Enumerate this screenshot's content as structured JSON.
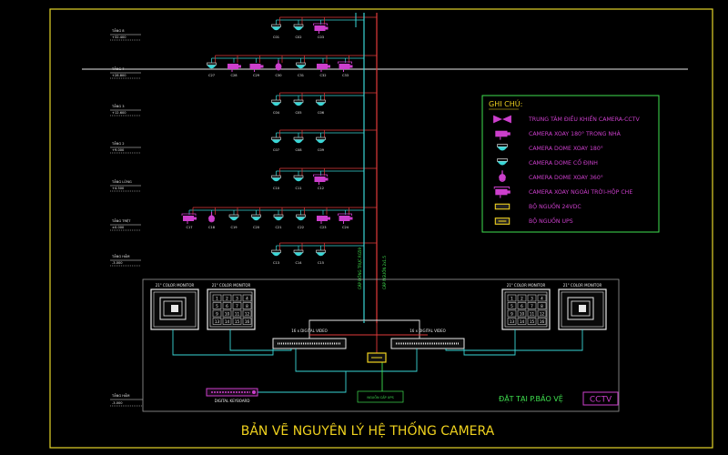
{
  "title": "BẢN VẼ NGUYÊN LÝ HỆ THỐNG CAMERA",
  "colors": {
    "background": "#000000",
    "frame": "#e6d62a",
    "cyan": "#39d6d6",
    "magenta": "#cc3fcc",
    "green": "#3fe04f",
    "white": "#e8e8e8",
    "red": "#e23a3a",
    "yellow": "#f0d21e",
    "gray": "#9a9a9a"
  },
  "floors": [
    {
      "label": "TẦNG 8",
      "level": "+32.400",
      "cameras": [
        {
          "type": "dome-fixed",
          "id": "C01"
        },
        {
          "type": "dome-fixed",
          "id": "C02"
        },
        {
          "type": "ptz-outdoor",
          "id": "C03"
        }
      ]
    },
    {
      "label": "TẦNG 7",
      "level": "+28.800",
      "cameras": [
        {
          "type": "dome-fixed",
          "id": "C27"
        },
        {
          "type": "ptz-indoor",
          "id": "C28"
        },
        {
          "type": "ptz-indoor",
          "id": "C29"
        },
        {
          "type": "dome-360",
          "id": "C30"
        },
        {
          "type": "dome-fixed",
          "id": "C31"
        },
        {
          "type": "ptz-indoor",
          "id": "C32"
        },
        {
          "type": "ptz-outdoor",
          "id": "C33"
        }
      ]
    },
    {
      "label": "TẦNG 3",
      "level": "+12.600",
      "cameras": [
        {
          "type": "dome-fixed",
          "id": "C04"
        },
        {
          "type": "dome-fixed",
          "id": "C05"
        },
        {
          "type": "dome-fixed",
          "id": "C06"
        }
      ]
    },
    {
      "label": "TẦNG 2",
      "level": "+9.000",
      "cameras": [
        {
          "type": "dome-fixed",
          "id": "C07"
        },
        {
          "type": "dome-fixed",
          "id": "C08"
        },
        {
          "type": "dome-fixed",
          "id": "C09"
        }
      ]
    },
    {
      "label": "TẦNG LỬNG",
      "level": "+4.500",
      "cameras": [
        {
          "type": "dome-fixed",
          "id": "C10"
        },
        {
          "type": "dome-fixed",
          "id": "C11"
        },
        {
          "type": "ptz-outdoor",
          "id": "C12"
        }
      ]
    },
    {
      "label": "TẦNG TRỆT",
      "level": "±0.000",
      "cameras": [
        {
          "type": "ptz-outdoor",
          "id": "C17"
        },
        {
          "type": "dome-360",
          "id": "C18"
        },
        {
          "type": "dome-fixed",
          "id": "C19"
        },
        {
          "type": "dome-fixed",
          "id": "C20"
        },
        {
          "type": "dome-fixed",
          "id": "C21"
        },
        {
          "type": "dome-fixed",
          "id": "C22"
        },
        {
          "type": "ptz-indoor",
          "id": "C23"
        },
        {
          "type": "ptz-outdoor",
          "id": "C24"
        }
      ]
    },
    {
      "label": "TẦNG HẦM",
      "level": "-3.000",
      "cameras": [
        {
          "type": "dome-fixed",
          "id": "C13"
        },
        {
          "type": "dome-fixed",
          "id": "C14"
        },
        {
          "type": "dome-fixed",
          "id": "C15"
        }
      ]
    }
  ],
  "basement_floor": {
    "label": "TẦNG HẦM",
    "level": "-3.000"
  },
  "riser_labels": [
    "CÁP ĐỒNG TRỤC RG59",
    "CÁP NGUỒN 2x1.5"
  ],
  "legend": {
    "title": "GHI CHÚ:",
    "items": [
      {
        "type": "controller",
        "label": "TRUNG TÂM ĐIỀU KHIỂN CAMERA-CCTV"
      },
      {
        "type": "ptz-indoor",
        "label": "CAMERA XOAY 180° TRONG NHÀ"
      },
      {
        "type": "dome-180",
        "label": "CAMERA DOME XOAY 180°"
      },
      {
        "type": "dome-fixed",
        "label": "CAMERA DOME CỐ ĐỊNH"
      },
      {
        "type": "dome-360",
        "label": "CAMERA DOME XOAY 360°"
      },
      {
        "type": "ptz-outdoor",
        "label": "CAMERA XOAY NGOÀI TRỜI-HỘP CHE"
      },
      {
        "type": "psu-24",
        "label": "BỘ NGUỒN 24VDC"
      },
      {
        "type": "ups",
        "label": "BỘ NGUỒN UPS"
      }
    ]
  },
  "monitors": [
    {
      "label": "21\" COLOR MONITOR",
      "kind": "tv"
    },
    {
      "label": "21\" COLOR MONITOR",
      "kind": "grid",
      "grid": [
        "1",
        "2",
        "3",
        "4",
        "5",
        "6",
        "7",
        "8",
        "9",
        "10",
        "11",
        "12",
        "13",
        "14",
        "15",
        "16"
      ]
    },
    {
      "label": "21\" COLOR MONITOR",
      "kind": "grid",
      "grid": [
        "1",
        "2",
        "3",
        "4",
        "5",
        "6",
        "7",
        "8",
        "9",
        "10",
        "11",
        "12",
        "13",
        "14",
        "15",
        "16"
      ]
    },
    {
      "label": "21\" COLOR MONITOR",
      "kind": "tv"
    }
  ],
  "dvrs": [
    {
      "label": "16 x DIGITAL VIDEO"
    },
    {
      "label": "16 x DIGITAL VIDEO"
    }
  ],
  "keyboard_label": "DIGITAL KEYBOARD",
  "power_box_label": "NGUỒN CẤP\nUPS",
  "room_label": "ĐẶT TẠI P.BẢO VỆ",
  "room_tag": "CCTV"
}
